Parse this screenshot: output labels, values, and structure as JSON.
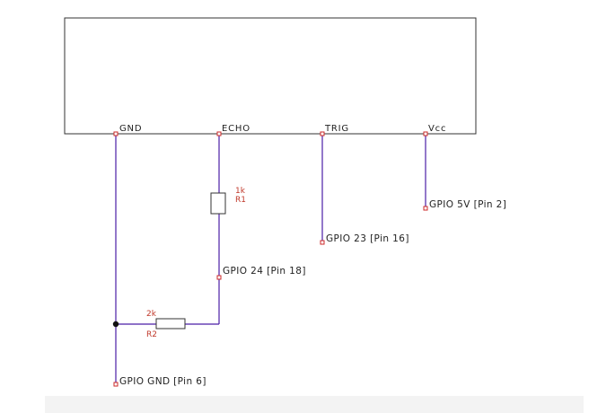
{
  "module": {
    "pins": {
      "gnd": "GND",
      "echo": "ECHO",
      "trig": "TRIG",
      "vcc": "Vcc"
    }
  },
  "resistors": {
    "r1": {
      "value": "1k",
      "ref": "R1"
    },
    "r2": {
      "value": "2k",
      "ref": "R2"
    }
  },
  "connections": {
    "vcc": "GPIO 5V [Pin 2]",
    "trig": "GPIO 23 [Pin 16]",
    "echo": "GPIO 24 [Pin 18]",
    "gnd": "GPIO GND [Pin 6]"
  },
  "colors": {
    "wire": "#4b1fa6",
    "pad": "#cc2a2a",
    "component_label": "#c0392b",
    "text": "#222222",
    "outline": "#333333"
  }
}
